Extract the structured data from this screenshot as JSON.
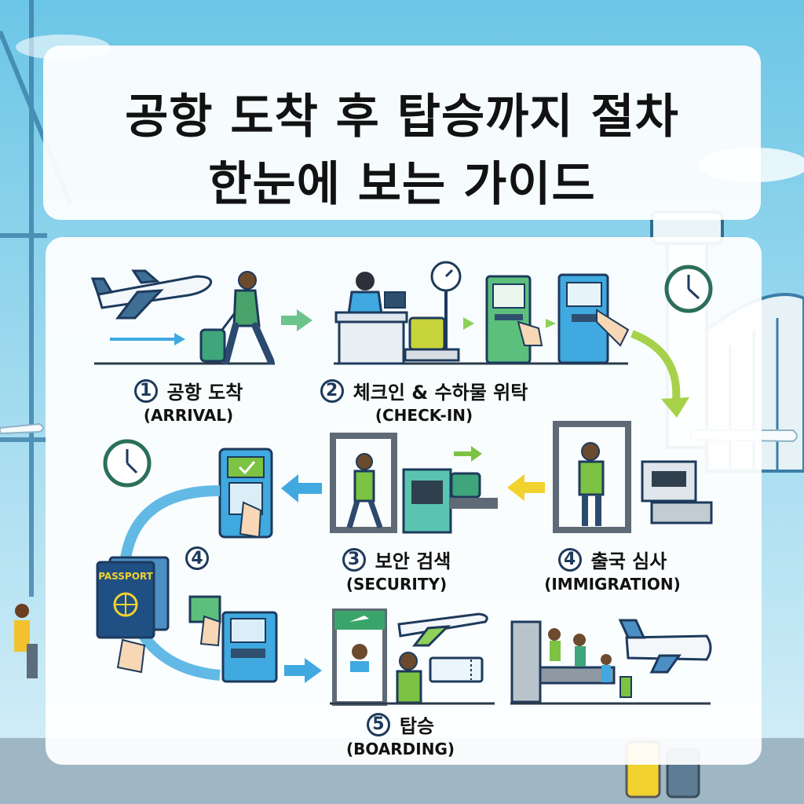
{
  "title": {
    "line1": "공항 도착 후 탑승까지 절차",
    "line2": "한눈에 보는 가이드"
  },
  "steps": [
    {
      "num": "1",
      "ko": "공항 도착",
      "en": "(ARRIVAL)"
    },
    {
      "num": "2",
      "ko": "체크인 & 수하물 위탁",
      "en": "(CHECK-IN)"
    },
    {
      "num": "3",
      "ko": "보안 검색",
      "en": "(SECURITY)"
    },
    {
      "num": "4",
      "ko": "출국 심사",
      "en": "(IMMIGRATION)"
    },
    {
      "num": "5",
      "ko": "탑승",
      "en": "(BOARDING)"
    }
  ],
  "extra_badge": "4",
  "passport_text": "PASSPORT",
  "colors": {
    "sky": "#8fd3ec",
    "panel": "#ffffff",
    "ink": "#111111",
    "accent_green": "#7cc243",
    "accent_blue": "#3fa9e0",
    "accent_yellow": "#f2d22e",
    "navy": "#1d3a5c"
  }
}
